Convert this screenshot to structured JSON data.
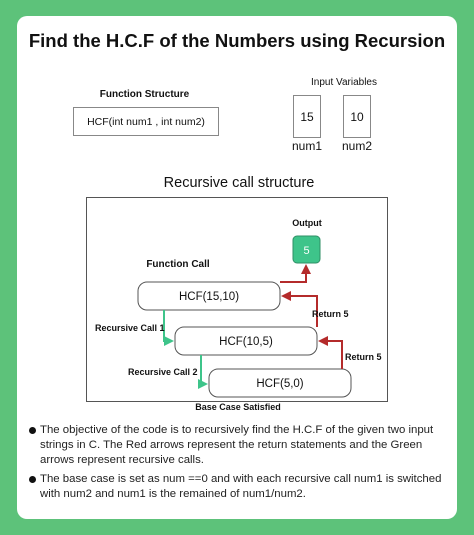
{
  "title": "Find the H.C.F of the Numbers using Recursion",
  "function_structure": {
    "label": "Function Structure",
    "signature": "HCF(int num1 , int num2)"
  },
  "input_variables": {
    "label": "Input Variables",
    "vars": [
      {
        "value": "15",
        "name": "num1"
      },
      {
        "value": "10",
        "name": "num2"
      }
    ]
  },
  "diagram": {
    "heading": "Recursive call structure",
    "output_label": "Output",
    "output_value": "5",
    "function_call_label": "Function Call",
    "calls": [
      "HCF(15,10)",
      "HCF(10,5)",
      "HCF(5,0)"
    ],
    "recursive_labels": [
      "Recursive Call 1",
      "Recursive Call 2"
    ],
    "return_labels": [
      "Return 5",
      "Return 5"
    ],
    "base_case_label": "Base Case Satisfied",
    "colors": {
      "recursive": "#3ec48a",
      "return": "#b42b2b",
      "output_box": "#3ec48a"
    }
  },
  "notes": [
    "The objective of the code is to recursively find the H.C.F of the given two input strings in C. The Red arrows represent the return statements and the Green arrows represent recursive calls.",
    "The base case is set as num ==0 and with each recursive call num1 is switched with num2 and num1 is the remained of num1/num2."
  ]
}
